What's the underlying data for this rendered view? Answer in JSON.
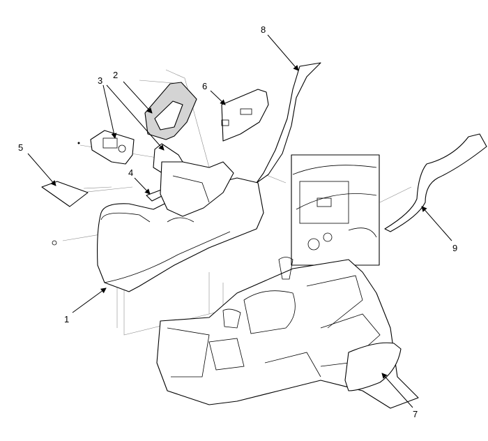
{
  "callouts": [
    {
      "id": "1",
      "label": "1"
    },
    {
      "id": "2",
      "label": "2"
    },
    {
      "id": "3",
      "label": "3"
    },
    {
      "id": "4",
      "label": "4"
    },
    {
      "id": "5",
      "label": "5"
    },
    {
      "id": "6",
      "label": "6"
    },
    {
      "id": "7",
      "label": "7"
    },
    {
      "id": "8",
      "label": "8"
    },
    {
      "id": "9",
      "label": "9"
    }
  ],
  "colors": {
    "line": "#000000",
    "shade": "#d4d4d4",
    "guide": "#8a8a8a"
  }
}
